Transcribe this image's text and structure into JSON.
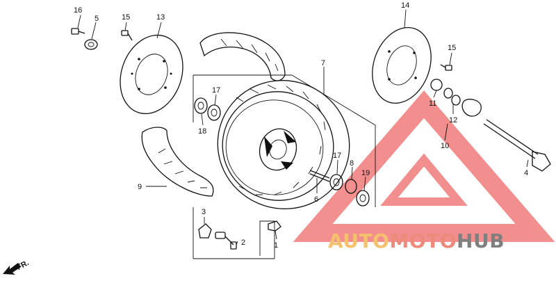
{
  "callouts": {
    "c16": "16",
    "c5": "5",
    "c15a": "15",
    "c13": "13",
    "c14": "14",
    "c15b": "15",
    "c7": "7",
    "c17a": "17",
    "c18": "18",
    "c11": "11",
    "c12": "12",
    "c10": "10",
    "c17b": "17",
    "c8": "8",
    "c19": "19",
    "c6": "6",
    "c9": "9",
    "c4": "4",
    "c3": "3",
    "c2": "2",
    "c1": "1"
  },
  "direction_label": "FR.",
  "watermark": {
    "part_a": "AUTO",
    "part_b": "MOTO",
    "part_c": "HUB",
    "color_a": "#f5c16e",
    "color_b": "#ee8a7b",
    "color_c": "#7f7f7f",
    "logo_color": "#f07b7b"
  }
}
